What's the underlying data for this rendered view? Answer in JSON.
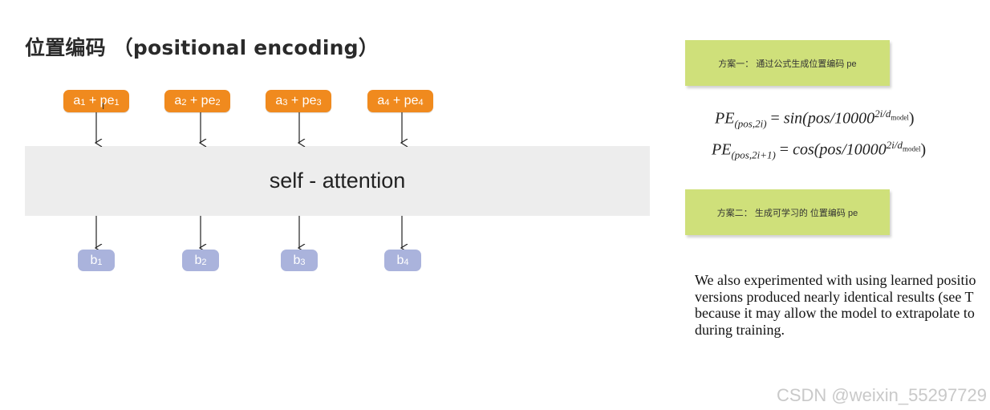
{
  "title": "位置编码 （positional encoding）",
  "inputs": [
    {
      "a": "a",
      "a_sub": "1",
      "plus": " + pe",
      "pe_sub": "1"
    },
    {
      "a": "a",
      "a_sub": "2",
      "plus": " + pe",
      "pe_sub": "2"
    },
    {
      "a": "a",
      "a_sub": "3",
      "plus": " + pe",
      "pe_sub": "3"
    },
    {
      "a": "a",
      "a_sub": "4",
      "plus": " + pe",
      "pe_sub": "4"
    }
  ],
  "self_attention_label": "self - attention",
  "outputs": [
    {
      "b": "b",
      "sub": "1"
    },
    {
      "b": "b",
      "sub": "2"
    },
    {
      "b": "b",
      "sub": "3"
    },
    {
      "b": "b",
      "sub": "4"
    }
  ],
  "scheme1": "方案一： 通过公式生成位置编码 pe",
  "scheme2": "方案二： 生成可学习的 位置编码 pe",
  "formula1": {
    "lhs": "PE",
    "lhs_sub": "(pos,2i)",
    "eq": " = ",
    "fn": "sin",
    "open": "(pos/10000",
    "exp": "2i/d",
    "exp_sub": "model",
    "close": ")"
  },
  "formula2": {
    "lhs": "PE",
    "lhs_sub": "(pos,2i+1)",
    "eq": " = ",
    "fn": "cos",
    "open": "(pos/10000",
    "exp": "2i/d",
    "exp_sub": "model",
    "close": ")"
  },
  "paragraph_lines": [
    "We also experimented with using learned positio",
    "versions produced nearly identical results (see T",
    "because it may allow the model to extrapolate to",
    "during training."
  ],
  "watermark": "CSDN @weixin_55297729",
  "colors": {
    "input_orange": "#f08a1e",
    "output_blue": "#aab3dc",
    "scheme_green": "#cfe07a",
    "block_gray": "#ededed"
  }
}
